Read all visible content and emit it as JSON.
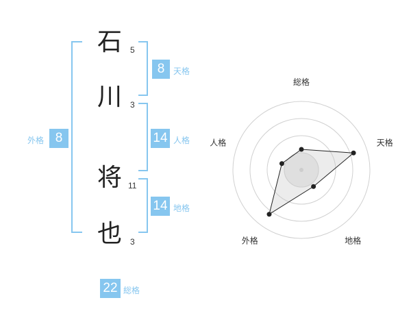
{
  "name": {
    "characters": [
      {
        "char": "石",
        "strokes": "5"
      },
      {
        "char": "川",
        "strokes": "3"
      },
      {
        "char": "将",
        "strokes": "11"
      },
      {
        "char": "也",
        "strokes": "3"
      }
    ]
  },
  "grades": {
    "tenkaku": {
      "value": "8",
      "label": "天格"
    },
    "jinkaku": {
      "value": "14",
      "label": "人格"
    },
    "chikaku": {
      "value": "14",
      "label": "地格"
    },
    "gaikaku": {
      "value": "8",
      "label": "外格"
    },
    "soukaku": {
      "value": "22",
      "label": "総格"
    }
  },
  "colors": {
    "accent": "#86c6ef",
    "text": "#222222",
    "grid": "#cccccc"
  },
  "chart_data": {
    "type": "radar",
    "axes": [
      "総格",
      "天格",
      "地格",
      "外格",
      "人格"
    ],
    "values": [
      0.3,
      0.8,
      0.3,
      0.8,
      0.3
    ],
    "rings": 4,
    "max": 1
  }
}
